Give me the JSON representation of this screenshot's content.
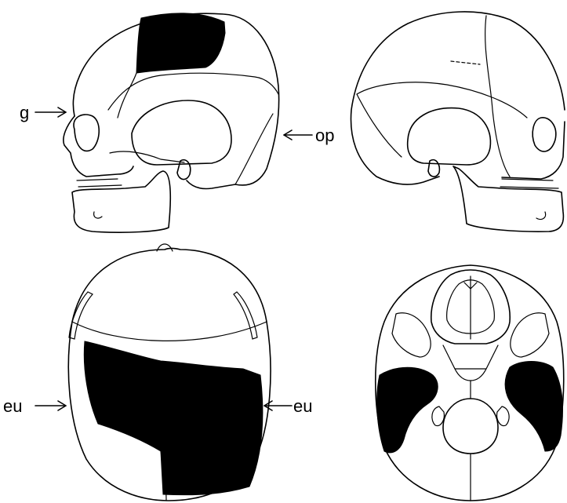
{
  "labels": {
    "g": "g",
    "op": "op",
    "eu_left": "eu",
    "eu_right": "eu"
  },
  "colors": {
    "ink": "#000000",
    "paper": "#ffffff"
  }
}
